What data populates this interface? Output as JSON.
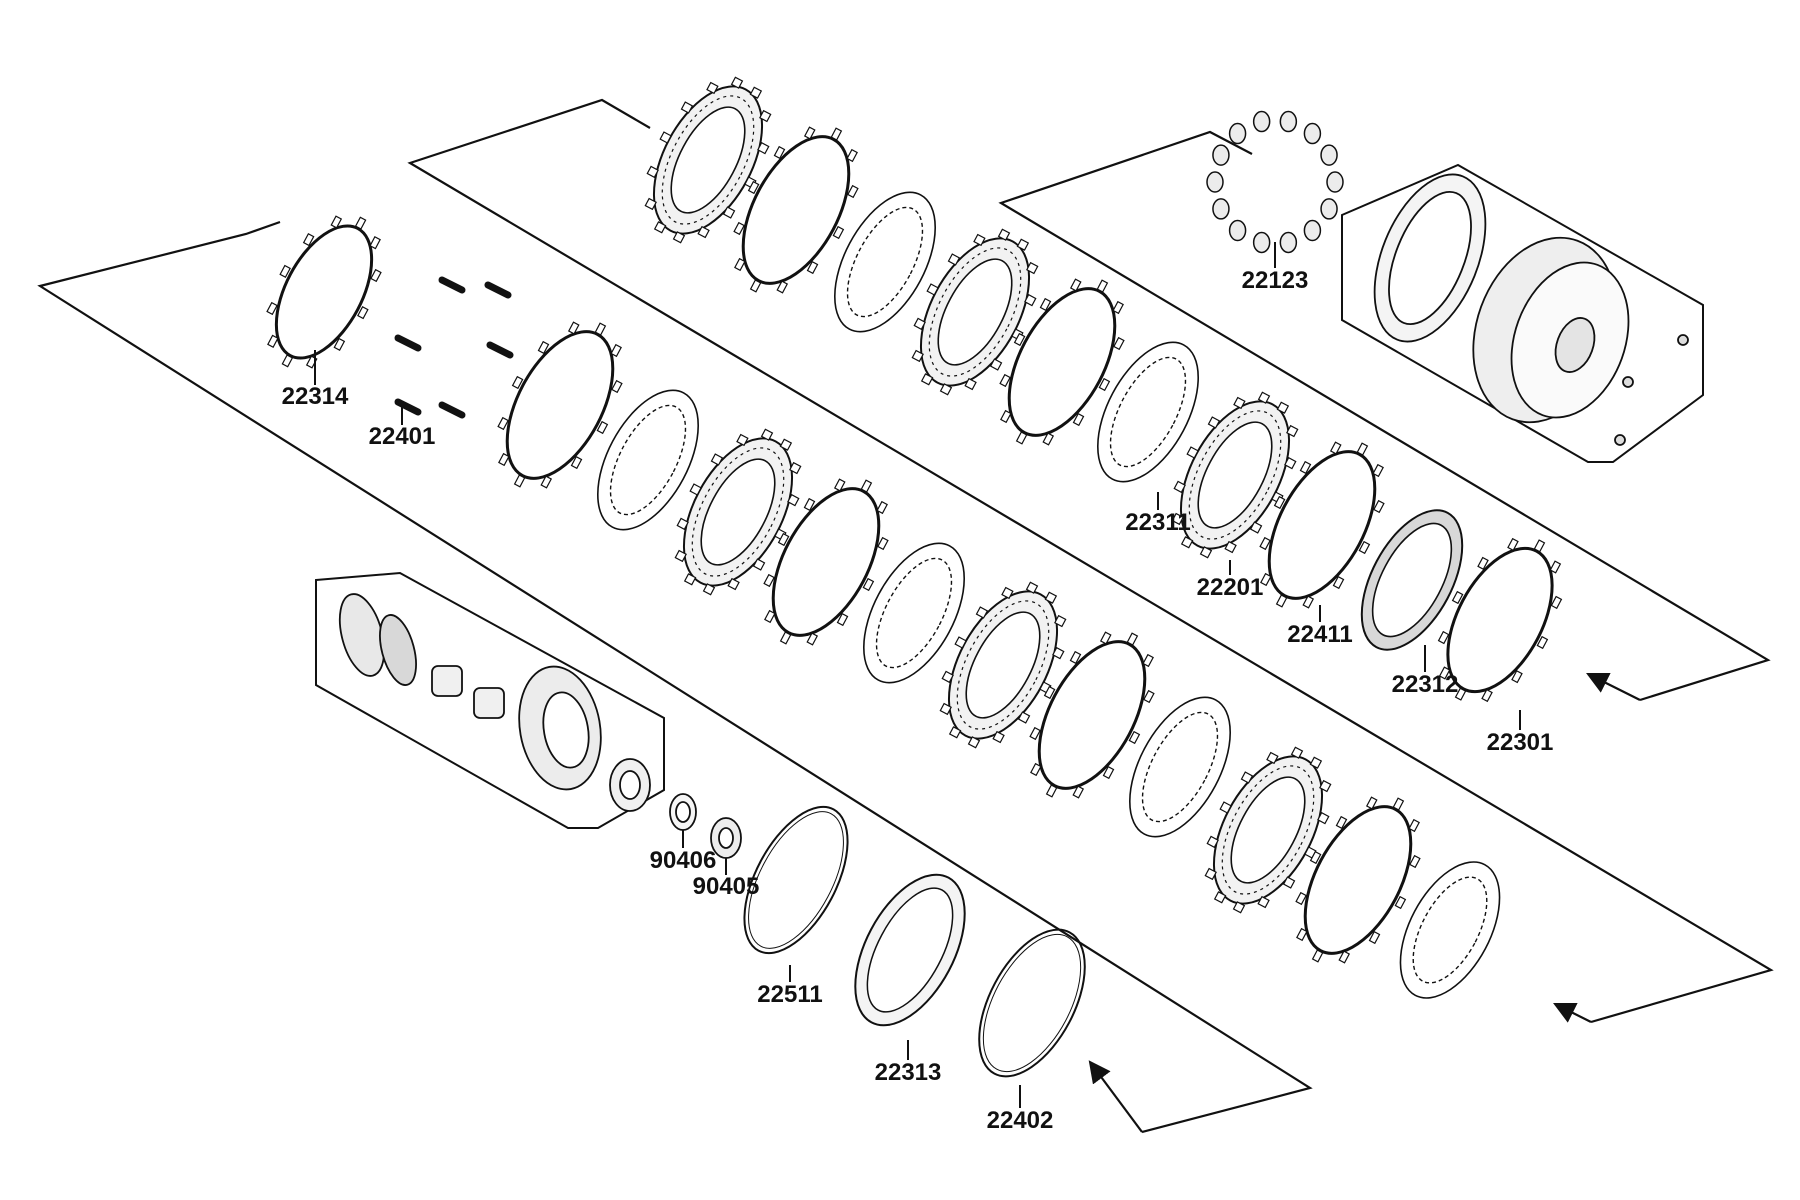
{
  "diagram": {
    "part_labels": [
      "22314",
      "22401",
      "22123",
      "22311",
      "22201",
      "22411",
      "22312",
      "22301",
      "90406",
      "90405",
      "22511",
      "22313",
      "22402"
    ]
  },
  "colors": {
    "line": "#111111",
    "background": "#ffffff",
    "part_fill": "#f4f4f4"
  }
}
